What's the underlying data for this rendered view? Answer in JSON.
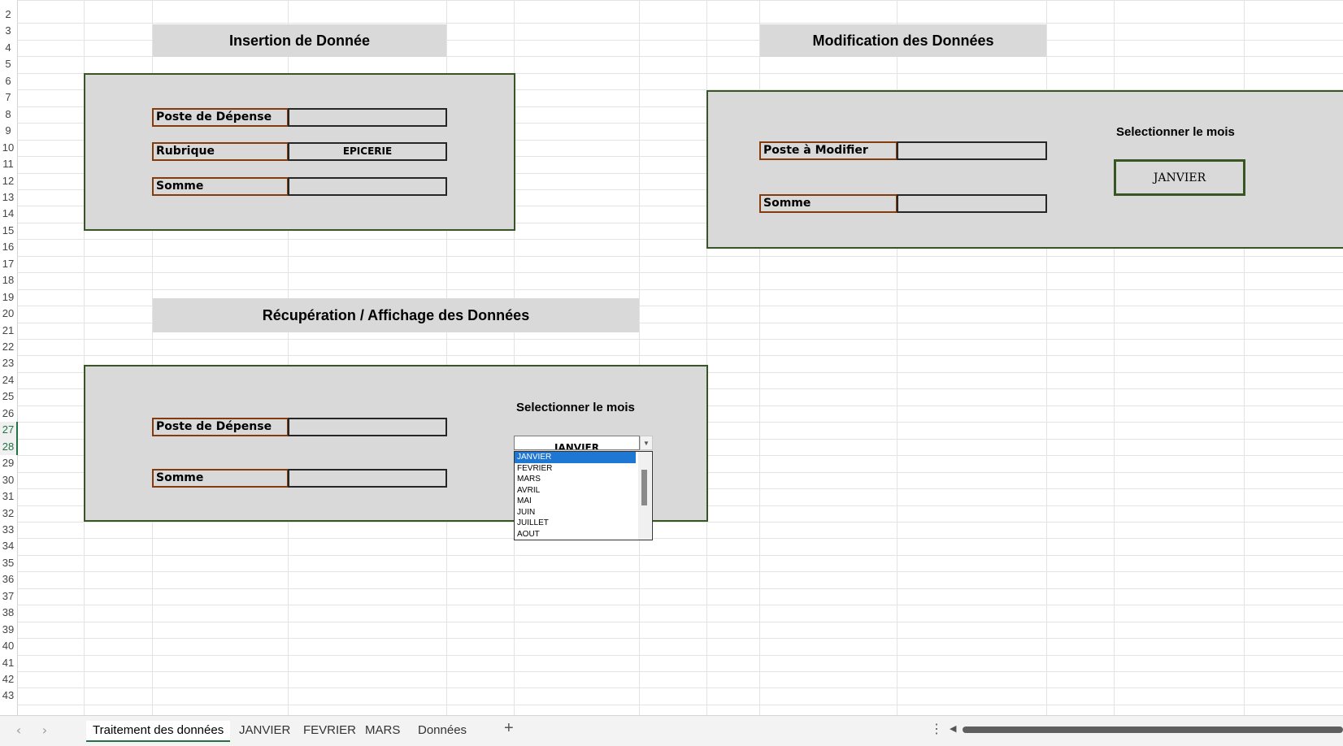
{
  "rows": [
    "2",
    "3",
    "4",
    "5",
    "6",
    "7",
    "8",
    "9",
    "10",
    "11",
    "12",
    "13",
    "14",
    "15",
    "16",
    "17",
    "18",
    "19",
    "20",
    "21",
    "22",
    "23",
    "24",
    "25",
    "26",
    "27",
    "28",
    "29",
    "30",
    "31",
    "32",
    "33",
    "34",
    "35",
    "36",
    "37",
    "38",
    "39",
    "40",
    "41",
    "42",
    "43"
  ],
  "insertion": {
    "title": "Insertion de Donnée",
    "poste_label": "Poste de Dépense",
    "poste_value": "",
    "rubrique_label": "Rubrique",
    "rubrique_value": "EPICERIE",
    "somme_label": "Somme",
    "somme_value": ""
  },
  "modification": {
    "title": "Modification des Données",
    "poste_label": "Poste à Modifier",
    "poste_value": "",
    "somme_label": "Somme",
    "somme_value": "",
    "select_label": "Selectionner le mois",
    "month_button": "JANVIER"
  },
  "recuperation": {
    "title": "Récupération / Affichage des Données",
    "poste_label": "Poste de Dépense",
    "poste_value": "",
    "somme_label": "Somme",
    "somme_value": "",
    "select_label": "Selectionner le mois",
    "combo_value": "JANVIER",
    "dropdown_options": [
      "JANVIER",
      "FEVRIER",
      "MARS",
      "AVRIL",
      "MAI",
      "JUIN",
      "JUILLET",
      "AOUT"
    ],
    "selected_option": "JANVIER"
  },
  "tabs": {
    "sheet1": "Traitement des données",
    "sheet2": "JANVIER",
    "sheet3": "FEVRIER",
    "sheet4": "MARS",
    "sheet5": "Données",
    "add": "+",
    "prev": "‹",
    "next": "›",
    "more": "⋮"
  },
  "colors": {
    "panel_border": "#375623",
    "label_border": "#843c0c",
    "panel_fill": "#d9d9d9",
    "selection": "#1e77d3"
  }
}
